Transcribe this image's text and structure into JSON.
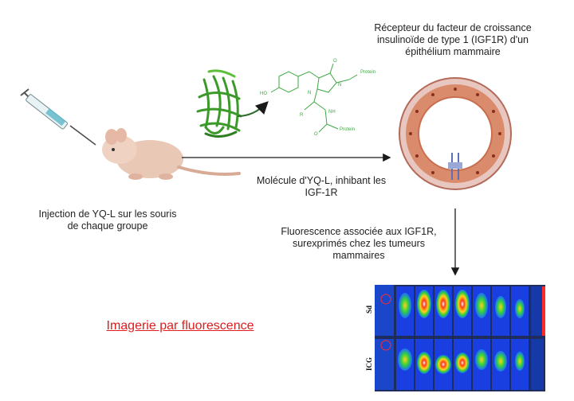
{
  "labels": {
    "injection": [
      "Injection de YQ-L sur les souris",
      "de chaque groupe"
    ],
    "receptor": [
      "Récepteur du facteur de croissance",
      "insulinoïde de type 1 (IGF1R) d'un",
      "épithélium mammaire"
    ],
    "molecule": [
      "Molécule d'YQ-L, inhibant les",
      "IGF-1R"
    ],
    "fluorescence": [
      "Fluorescence associée aux IGF1R,",
      "surexprimés chez les tumeurs",
      "mammaires"
    ],
    "imaging": "Imagerie par fluorescence"
  },
  "chemistry": {
    "ho": "HO",
    "protein_top": "Protein",
    "protein_bottom": "Protein",
    "r": "R",
    "n1": "N",
    "n2": "N",
    "nh": "NH",
    "o1": "O",
    "o2": "O"
  },
  "imaging_rows": [
    "Sd",
    "ICG"
  ],
  "colors": {
    "arrow": "#1a1a1a",
    "label_red": "#e01b1b",
    "chem_green": "#3fa845",
    "protein_green": "#3b9a2a",
    "tissue_outer": "#d98b6c",
    "tissue_cells": "#e0805a"
  }
}
